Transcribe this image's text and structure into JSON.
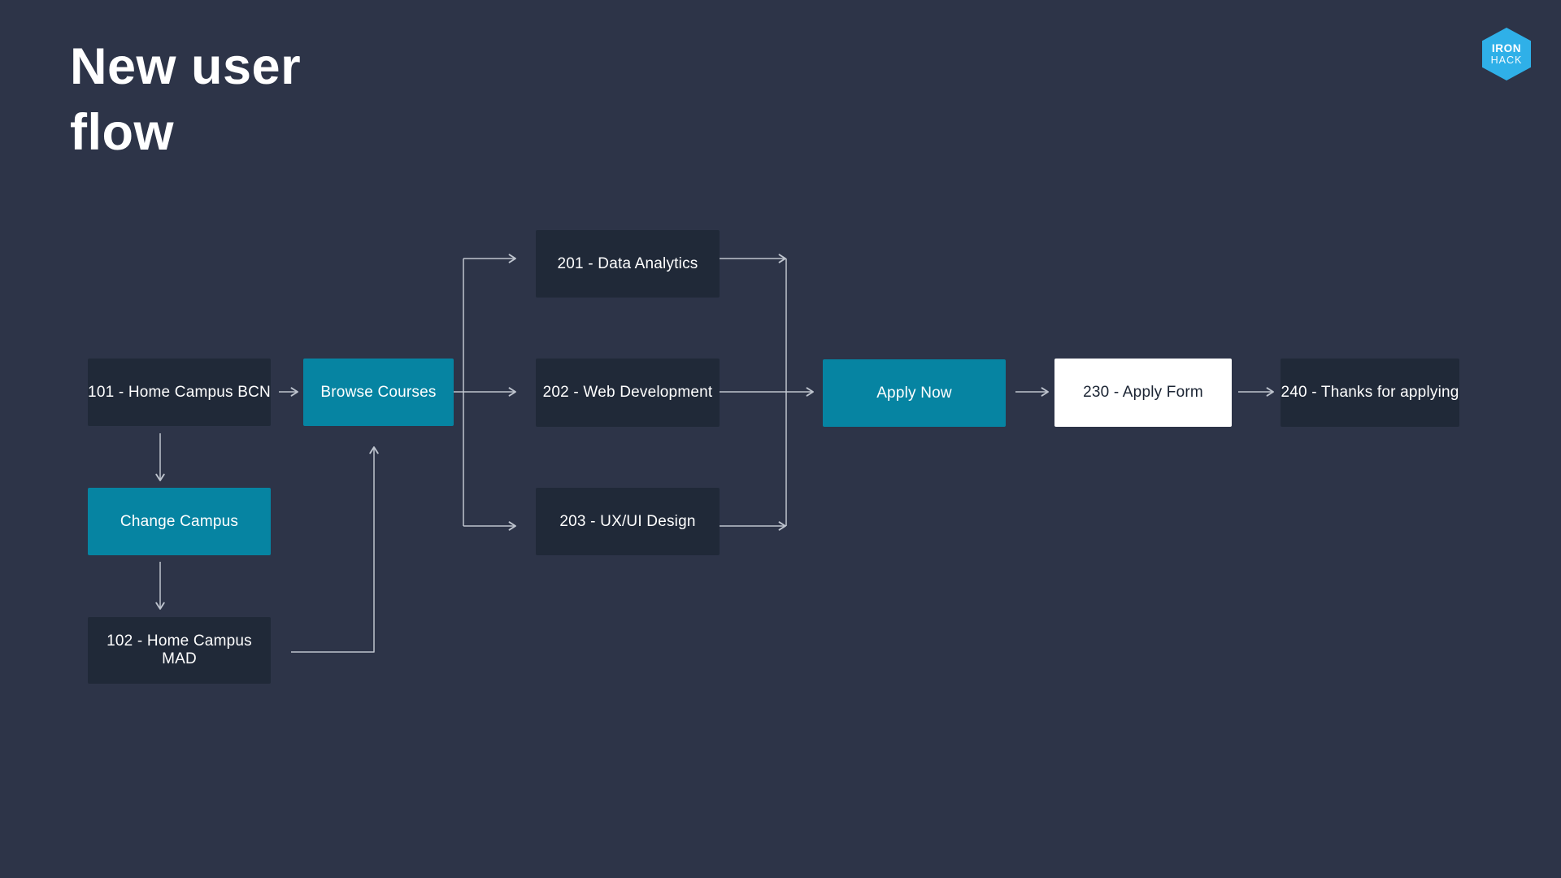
{
  "colors": {
    "background": "#2d3448",
    "node-dark": "#202938",
    "node-teal": "#0684a2",
    "node-white": "#ffffff",
    "text-light": "#ffffff",
    "text-dark": "#1b2433",
    "connector": "#c6ccd6",
    "logo-blue": "#2fb0e8"
  },
  "title": {
    "line1": "New user",
    "line2": "flow"
  },
  "logo": {
    "top": "IRON",
    "bottom": "HACK"
  },
  "nodes": {
    "n101": {
      "label": "101 - Home Campus BCN"
    },
    "browse": {
      "label": "Browse Courses"
    },
    "change": {
      "label": "Change Campus"
    },
    "n102": {
      "label": "102 - Home Campus MAD"
    },
    "n201": {
      "label": "201 - Data Analytics"
    },
    "n202": {
      "label": "202 - Web Development"
    },
    "n203": {
      "label": "203 - UX/UI Design"
    },
    "apply": {
      "label": "Apply Now"
    },
    "n230": {
      "label": "230 - Apply Form"
    },
    "n240": {
      "label": "240 - Thanks for applying"
    }
  },
  "edges": [
    {
      "from": "101 - Home Campus BCN",
      "to": "Browse Courses"
    },
    {
      "from": "101 - Home Campus BCN",
      "to": "Change Campus"
    },
    {
      "from": "Change Campus",
      "to": "102 - Home Campus MAD"
    },
    {
      "from": "102 - Home Campus MAD",
      "to": "Browse Courses"
    },
    {
      "from": "Browse Courses",
      "to": "201 - Data Analytics"
    },
    {
      "from": "Browse Courses",
      "to": "202 - Web Development"
    },
    {
      "from": "Browse Courses",
      "to": "203 - UX/UI Design"
    },
    {
      "from": "201 - Data Analytics",
      "to": "Apply Now"
    },
    {
      "from": "202 - Web Development",
      "to": "Apply Now"
    },
    {
      "from": "203 - UX/UI Design",
      "to": "Apply Now"
    },
    {
      "from": "Apply Now",
      "to": "230 - Apply Form"
    },
    {
      "from": "230 - Apply Form",
      "to": "240 - Thanks for applying"
    }
  ]
}
